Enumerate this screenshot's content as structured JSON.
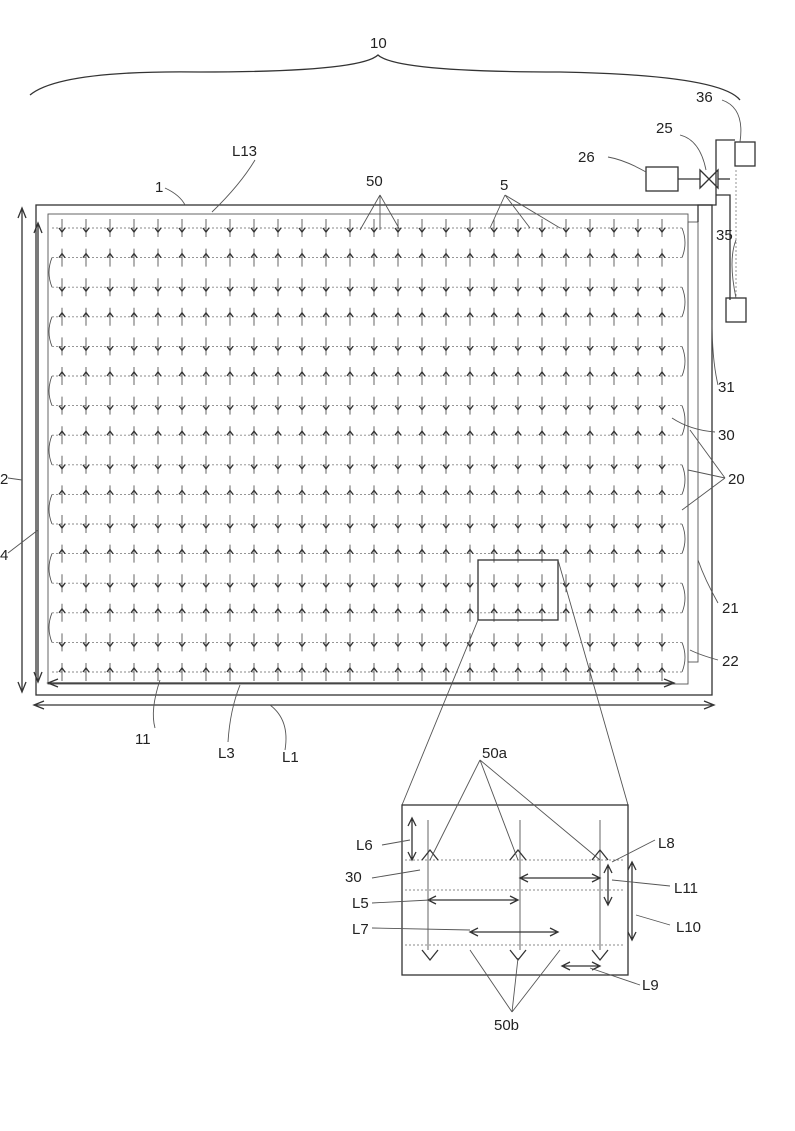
{
  "figure": {
    "labels": {
      "l10": "10",
      "l1": "1",
      "l13": "L13",
      "l50": "50",
      "l5": "5",
      "l26": "26",
      "l25": "25",
      "l36": "36",
      "l35": "35",
      "l31": "31",
      "l30": "30",
      "l20": "20",
      "l21": "21",
      "l22": "22",
      "l2": "2",
      "l4": "4",
      "l11": "11",
      "L3": "L3",
      "L1": "L1"
    },
    "inset_labels": {
      "l50a": "50a",
      "l50b": "50b",
      "L6": "L6",
      "L8": "L8",
      "l30": "30",
      "L11": "L11",
      "L5": "L5",
      "L10": "L10",
      "L7": "L7",
      "L9": "L9"
    }
  }
}
